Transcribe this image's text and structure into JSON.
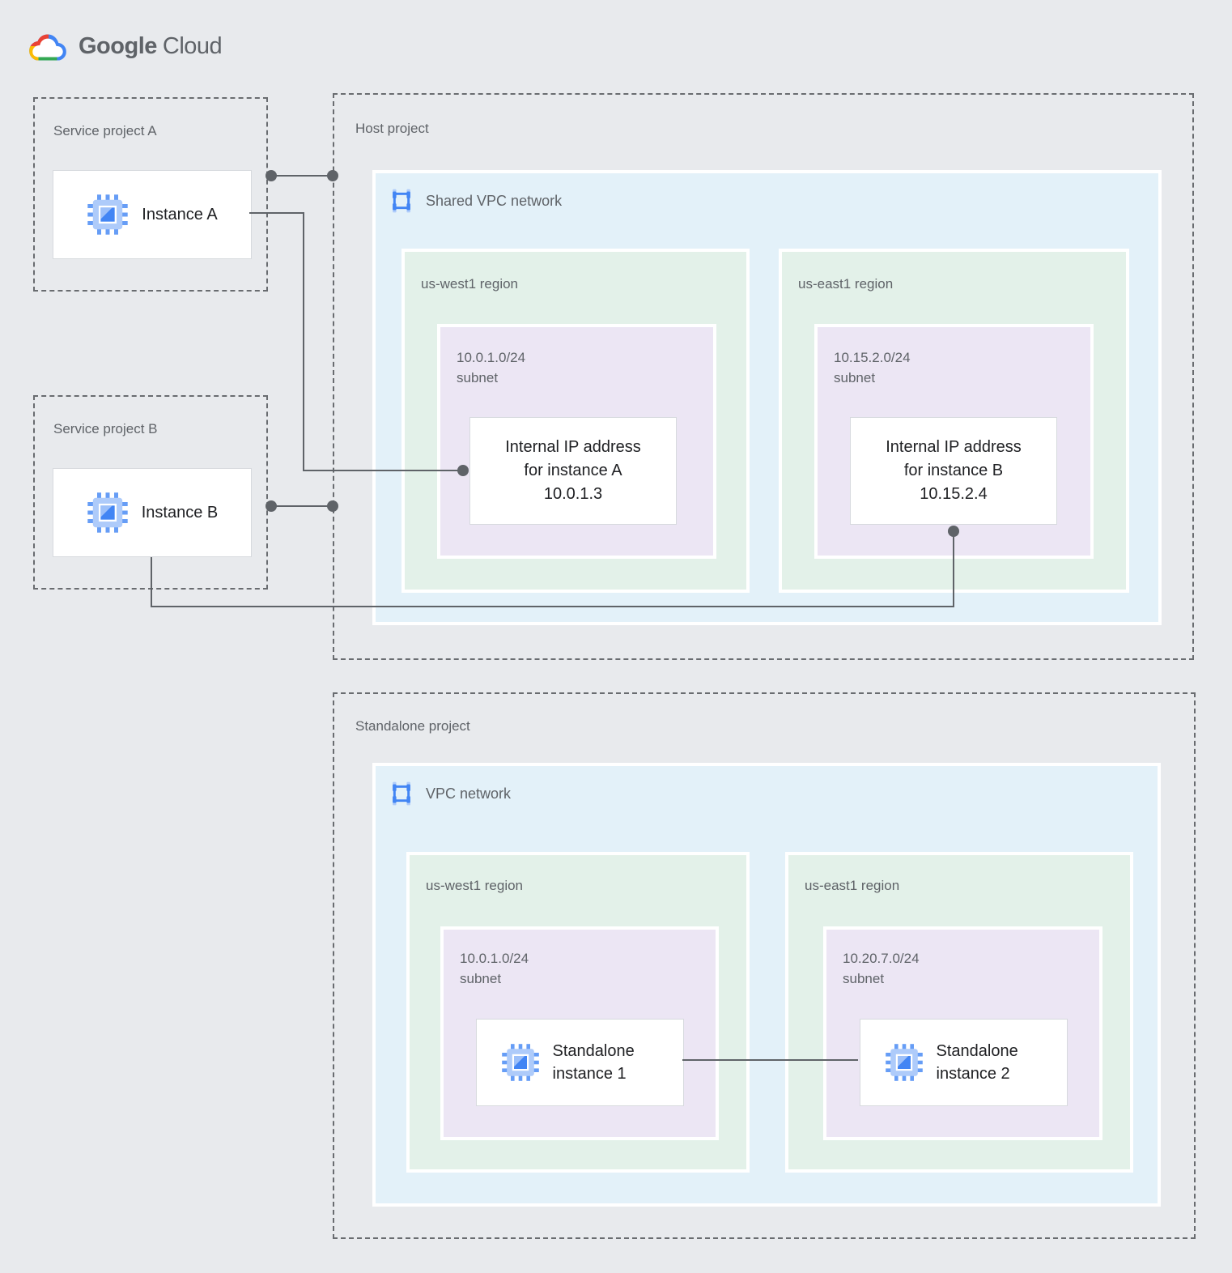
{
  "logo": {
    "google": "Google",
    "cloud": "Cloud"
  },
  "colors": {
    "background": "#e8eaed",
    "network_fill": "#e3f1f9",
    "region_fill": "#e3f1e9",
    "subnet_fill": "#ece6f4",
    "card_fill": "#ffffff",
    "connector": "#5f6368",
    "label_text": "#5f6368",
    "card_text": "#202124",
    "icon_blue": "#4285f4",
    "icon_light_blue": "#aecbfa",
    "logo_red": "#ea4335",
    "logo_yellow": "#fbbc04",
    "logo_green": "#34a853",
    "logo_blue": "#4285f4"
  },
  "icons": {
    "logo": "google-cloud-logo",
    "instance": "compute-engine-icon",
    "network": "vpc-network-icon",
    "endpoint": "connection-endpoint-dot"
  },
  "service_project_a": {
    "label": "Service project A",
    "instance": {
      "label": "Instance A"
    }
  },
  "service_project_b": {
    "label": "Service project B",
    "instance": {
      "label": "Instance B"
    }
  },
  "host_project": {
    "label": "Host project",
    "network": {
      "label": "Shared VPC network",
      "regions": [
        {
          "label": "us-west1 region",
          "subnet": {
            "cidr": "10.0.1.0/24",
            "label": "subnet",
            "card_lines": [
              "Internal IP address",
              "for instance A",
              "10.0.1.3"
            ]
          }
        },
        {
          "label": "us-east1 region",
          "subnet": {
            "cidr": "10.15.2.0/24",
            "label": "subnet",
            "card_lines": [
              "Internal IP address",
              "for instance B",
              "10.15.2.4"
            ]
          }
        }
      ]
    }
  },
  "standalone_project": {
    "label": "Standalone project",
    "network": {
      "label": "VPC network",
      "regions": [
        {
          "label": "us-west1 region",
          "subnet": {
            "cidr": "10.0.1.0/24",
            "label": "subnet",
            "instance": {
              "label": "Standalone instance 1"
            }
          }
        },
        {
          "label": "us-east1 region",
          "subnet": {
            "cidr": "10.20.7.0/24",
            "label": "subnet",
            "instance": {
              "label": "Standalone instance 2"
            }
          }
        }
      ]
    }
  }
}
